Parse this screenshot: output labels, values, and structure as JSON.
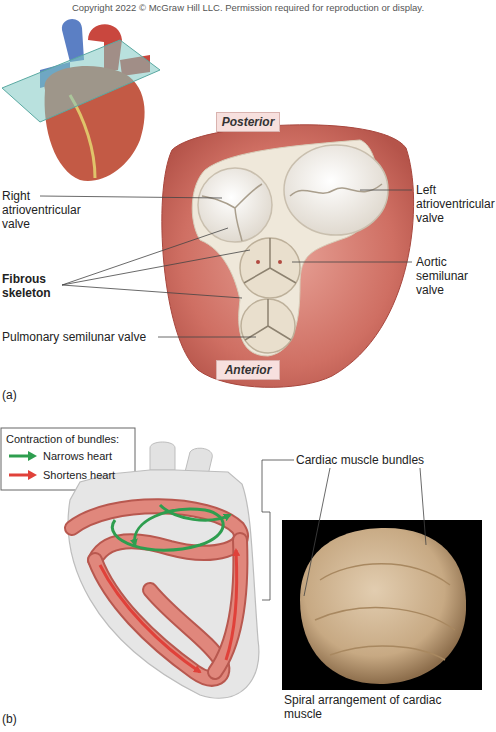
{
  "diagram": {
    "nodes": [
      {
        "text": [
          "Posterior"
        ]
      },
      {
        "text": [
          "Anterior"
        ]
      }
    ],
    "edges": [],
    "labels": [
      "Copyright 2022 © McGraw Hill LLC. Permission required for reproduction or display.",
      "Right atrioventricular valve",
      "Left atrioventricular valve",
      "Fibrous skeleton",
      "Aortic semilunar valve",
      "Pulmonary semilunar valve",
      "(a)",
      "Contraction of bundles:",
      "Cardiac muscle bundles",
      "Spiral arrangement of cardiac muscle",
      "(b)"
    ],
    "legend": [
      {
        "text": "Narrows heart"
      },
      {
        "text": "Shortens heart"
      }
    ]
  }
}
